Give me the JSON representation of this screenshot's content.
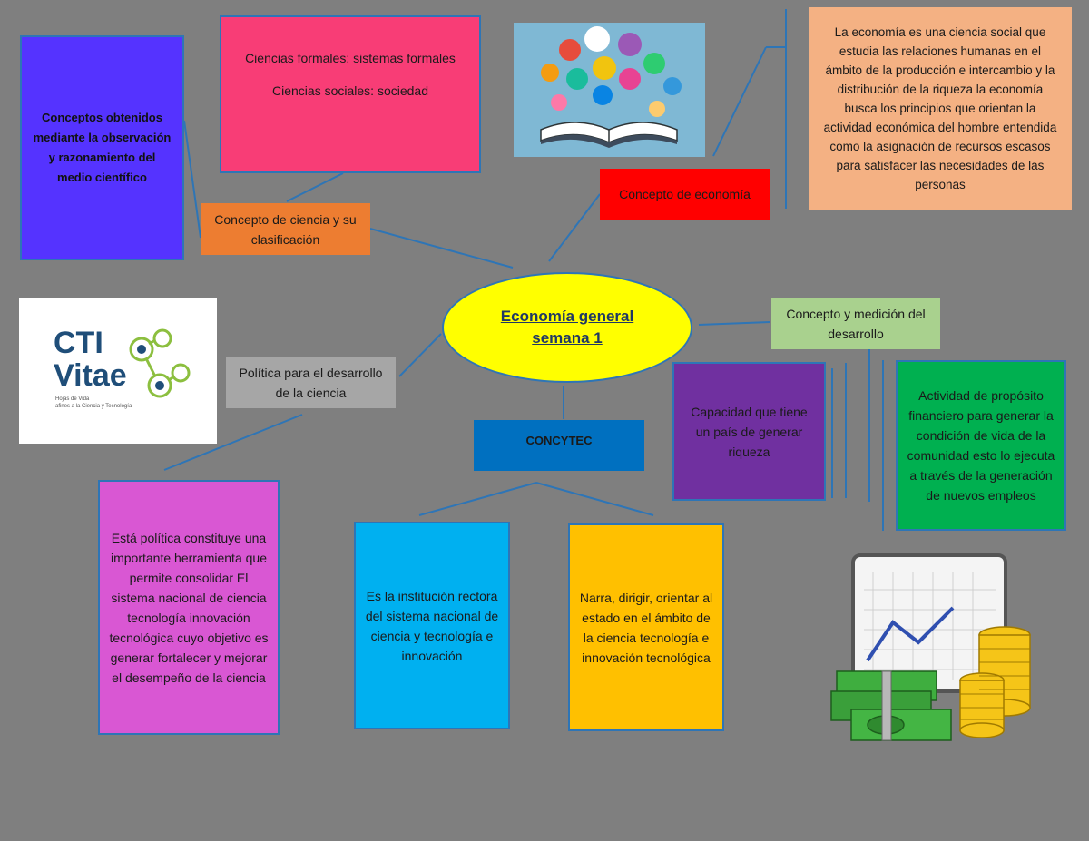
{
  "center": {
    "title_line1": "Economía general",
    "title_line2": "semana 1"
  },
  "nodes": {
    "conceptos": "Conceptos obtenidos mediante la observación y razonamiento del medio científico",
    "ciencias_formales": "Ciencias formales: sistemas formales",
    "ciencias_sociales": "Ciencias sociales: sociedad",
    "concepto_ciencia": "Concepto de ciencia y su clasificación",
    "concepto_economia": "Concepto de economía",
    "economia_def": "La economía es una ciencia social que estudia las relaciones humanas en el ámbito de la producción e intercambio y la distribución de la riqueza la economía busca los principios que orientan la actividad económica del hombre entendida como la asignación de recursos escasos para satisfacer las necesidades de las personas",
    "politica": "Política para el desarrollo de la ciencia",
    "politica_def": "Está política constituye una importante herramienta que permite consolidar El sistema nacional de ciencia tecnología innovación tecnológica cuyo objetivo es generar fortalecer y mejorar el desempeño de la ciencia",
    "concytec": "CONCYTEC",
    "institucion": "Es la institución rectora del sistema nacional de ciencia y tecnología e innovación",
    "narra": "Narra, dirigir, orientar al estado en el ámbito de la ciencia tecnología e innovación tecnológica",
    "desarrollo": "Concepto y medición del desarrollo",
    "capacidad": "Capacidad que tiene un país de generar riqueza",
    "actividad": "Actividad de propósito financiero para generar la condición de vida de la comunidad esto lo ejecuta a través de la generación de nuevos empleos"
  },
  "logo": {
    "line1": "CTI",
    "line2": "Vitae",
    "tagline1": "Hojas de Vida",
    "tagline2": "afines a la Ciencia y Tecnología"
  },
  "colors": {
    "background": "#7f7f7f",
    "connector": "#2e75b6",
    "center": "#ffff00",
    "blue_violet": "#5533ff",
    "pink": "#f83d76",
    "orange": "#ed7d31",
    "red": "#ff0000",
    "salmon": "#f4b183",
    "gray": "#a6a6a6",
    "navy": "#0070c0",
    "magenta": "#d957d3",
    "cyan": "#00b0f0",
    "amber": "#ffc000",
    "light_green": "#a9d18e",
    "purple": "#7030a0",
    "green": "#00b050"
  },
  "icons": [
    "science-book-illustration",
    "cti-vitae-logo",
    "money-chart-illustration"
  ]
}
